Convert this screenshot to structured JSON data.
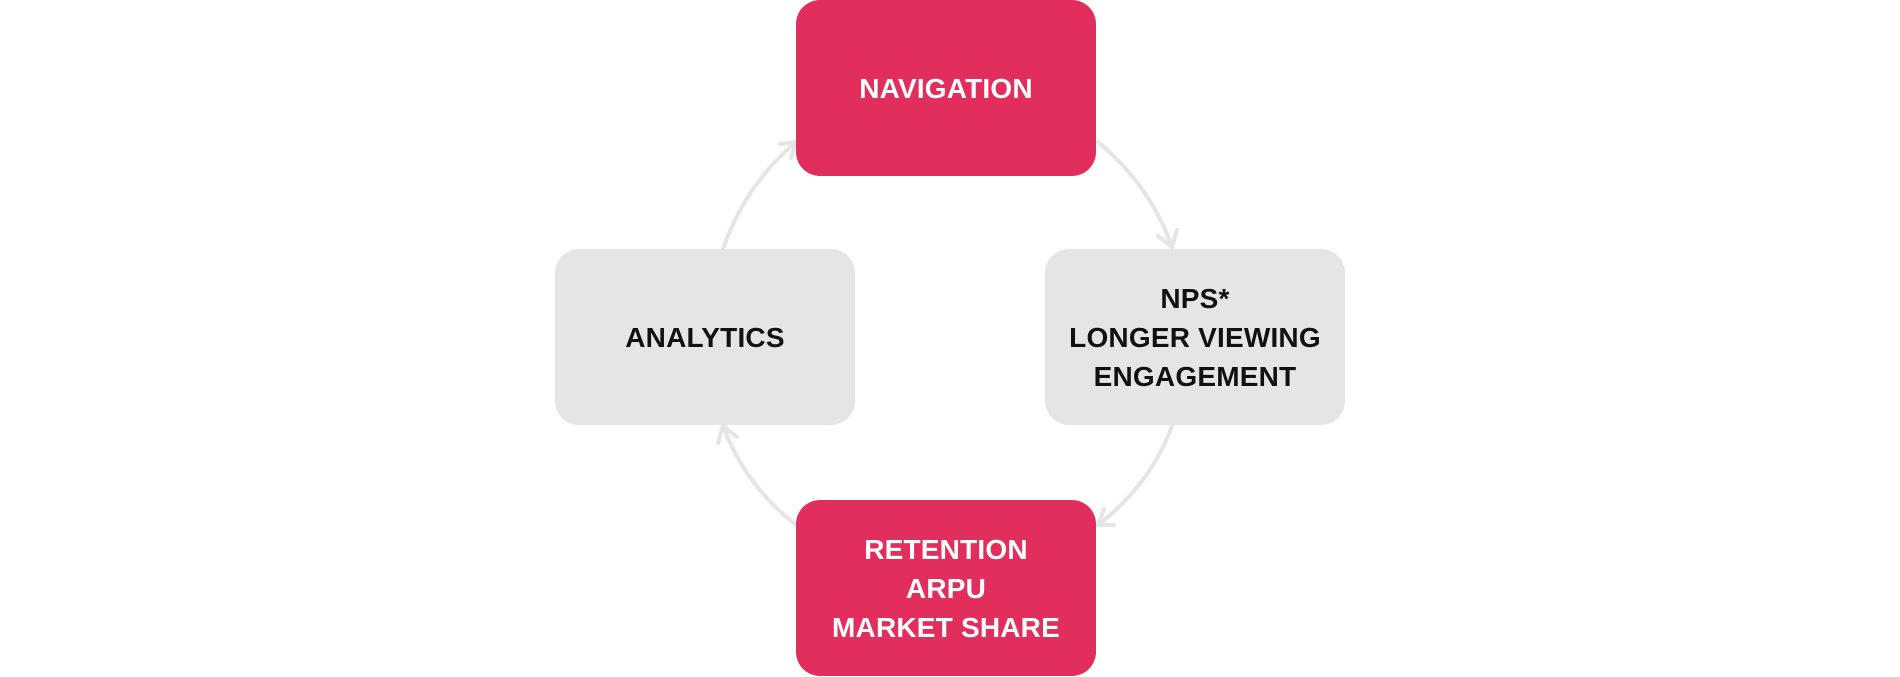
{
  "diagram": {
    "colors": {
      "accent": "#e22e5c",
      "neutral": "#e5e5e5",
      "accent_text": "#ffffff",
      "neutral_text": "#111111",
      "arrow": "#e5e5e5"
    },
    "nodes": {
      "navigation": {
        "lines": [
          "NAVIGATION"
        ]
      },
      "nps": {
        "lines": [
          "NPS*",
          "LONGER VIEWING",
          "ENGAGEMENT"
        ]
      },
      "retention": {
        "lines": [
          "RETENTION",
          "ARPU",
          "MARKET SHARE"
        ]
      },
      "analytics": {
        "lines": [
          "ANALYTICS"
        ]
      }
    }
  }
}
